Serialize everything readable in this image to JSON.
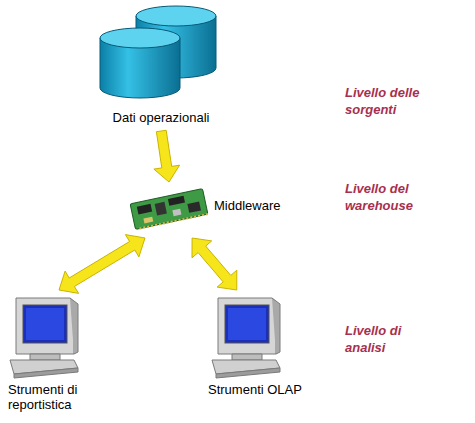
{
  "diagram": {
    "nodes": [
      {
        "text": [
          "Dati operazionali"
        ]
      },
      {
        "text": [
          "Middleware"
        ]
      },
      {
        "text": [
          "Strumenti di reportistica"
        ]
      },
      {
        "text": [
          "Strumenti OLAP"
        ]
      }
    ],
    "edges": [
      {
        "from": 0,
        "to": 1,
        "arrow": "to"
      },
      {
        "from": 1,
        "to": 2,
        "arrow": "both"
      },
      {
        "from": 1,
        "to": 3,
        "arrow": "both"
      }
    ],
    "labels": [
      "Livello delle sorgenti",
      "Livello del warehouse",
      "Livello di analisi"
    ]
  }
}
